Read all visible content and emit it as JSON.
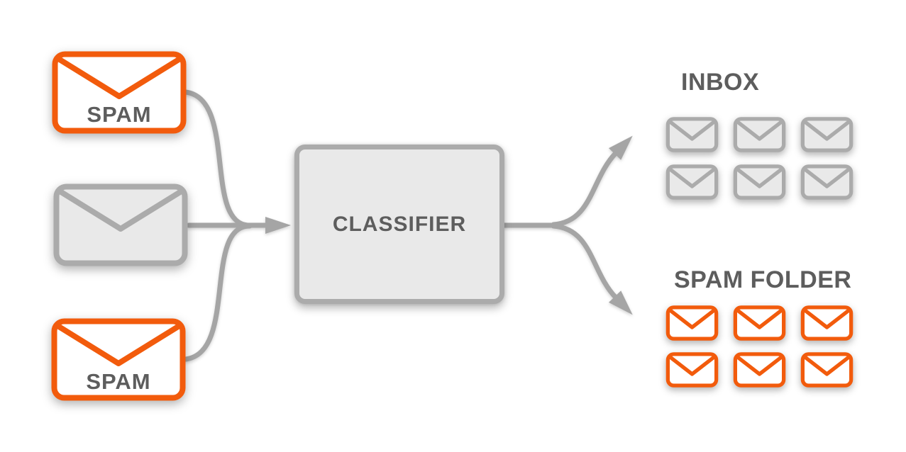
{
  "diagram": {
    "inputs": [
      {
        "label": "SPAM",
        "type": "spam"
      },
      {
        "label": "",
        "type": "normal"
      },
      {
        "label": "SPAM",
        "type": "spam"
      }
    ],
    "classifier": {
      "label": "CLASSIFIER"
    },
    "outputs": [
      {
        "label": "INBOX",
        "type": "normal",
        "envelope_count": 6
      },
      {
        "label": "SPAM FOLDER",
        "type": "spam",
        "envelope_count": 6
      }
    ],
    "colors": {
      "spam_orange": "#F25B0C",
      "gray_stroke": "#ABABAB",
      "gray_fill": "#E9E9E9",
      "label_text": "#5D5D5D",
      "arrow": "#A5A5A5"
    }
  }
}
